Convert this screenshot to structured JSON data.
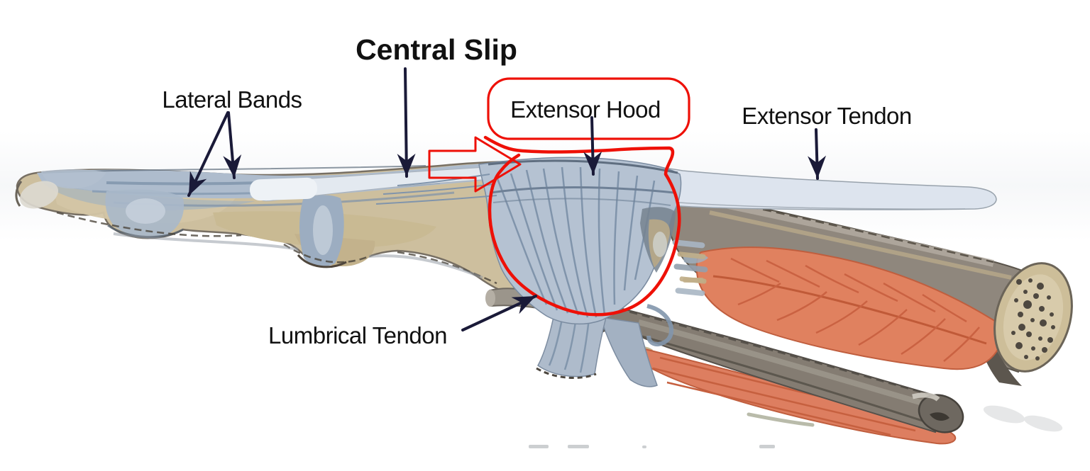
{
  "figure": {
    "kind": "anatomical-illustration",
    "subject": "finger extensor mechanism, lateral view"
  },
  "annotations": {
    "central_slip": {
      "label": "Central Slip",
      "emphasis": "bold",
      "arrow_count": 1
    },
    "lateral_bands": {
      "label": "Lateral Bands",
      "arrow_count": 2
    },
    "extensor_hood": {
      "label": "Extensor Hood",
      "boxed": true,
      "arrow_count": 1
    },
    "extensor_tendon": {
      "label": "Extensor Tendon",
      "arrow_count": 1
    },
    "lumbrical_tendon": {
      "label": "Lumbrical Tendon",
      "arrow_count": 1
    }
  },
  "red_markup": {
    "highlights": "Extensor Hood region",
    "shapes": [
      "rounded-label-box",
      "hollow-block-arrow-right",
      "freehand-region-loop"
    ]
  },
  "colors": {
    "annotation_red": "#ee1007",
    "arrow_navy": "#1a1a38",
    "label_text": "#111111",
    "tendon_pale": "#dde4ee",
    "hood_blue": "#b5c2d2",
    "band_blue": "#aebccd",
    "bone_tan": "#cdbf9e",
    "shaft_grey": "#8f877d",
    "muscle_salmon": "#e0815f",
    "cortex_tan": "#cdbe99"
  }
}
